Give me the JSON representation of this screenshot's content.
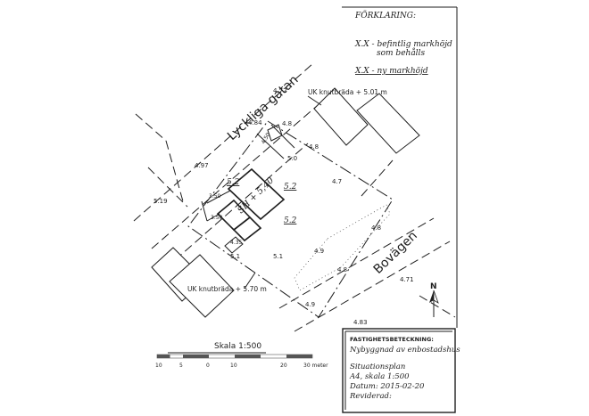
{
  "legend": {
    "title": "FÖRKLARING:",
    "existing_line1": "X.X - befintlig markhöjd",
    "existing_line2": "som behålls",
    "new_mark": "X.X",
    "new_rest": " - ny markhöjd"
  },
  "streets": {
    "lyckliga": "Lyckliga gatan",
    "bovagen": "Bovägen"
  },
  "uk_top": "UK knutbräda + 5.01 m",
  "uk_bottom": "UK knutbräda + 5.70 m",
  "house_label": "SH + 5,40",
  "dims": {
    "d350a": "3.50",
    "d350b": "3.50",
    "d435": "4.35",
    "d450": "4.50"
  },
  "heights": {
    "h472": "4.72",
    "h484": "4.84",
    "h48a": "4.8",
    "h48b": "4.8",
    "h48c": "4.8",
    "h48d": "4.8",
    "h50": "5.0",
    "h497": "4.97",
    "h47": "4.7",
    "h519": "5.19",
    "h52a": "5.2",
    "h52b": "5.2",
    "h52c": "5.2",
    "h51a": "5.1",
    "h51b": "5.1",
    "h49a": "4.9",
    "h49b": "4.9",
    "h471": "4.71",
    "h483": "4.83"
  },
  "north": "N",
  "scale_bar": {
    "title": "Skala 1:500",
    "ticks": [
      "10",
      "5",
      "0",
      "10",
      "20",
      "30 meter"
    ]
  },
  "title_block": {
    "heading": "FASTIGHETSBETECKNING:",
    "line1": "Nybyggnad av enbostadshus",
    "line2": "Situationsplan",
    "line3": "A4, skala 1:500",
    "line4": "Datum: 2015-02-20",
    "line5": "Reviderad:"
  }
}
